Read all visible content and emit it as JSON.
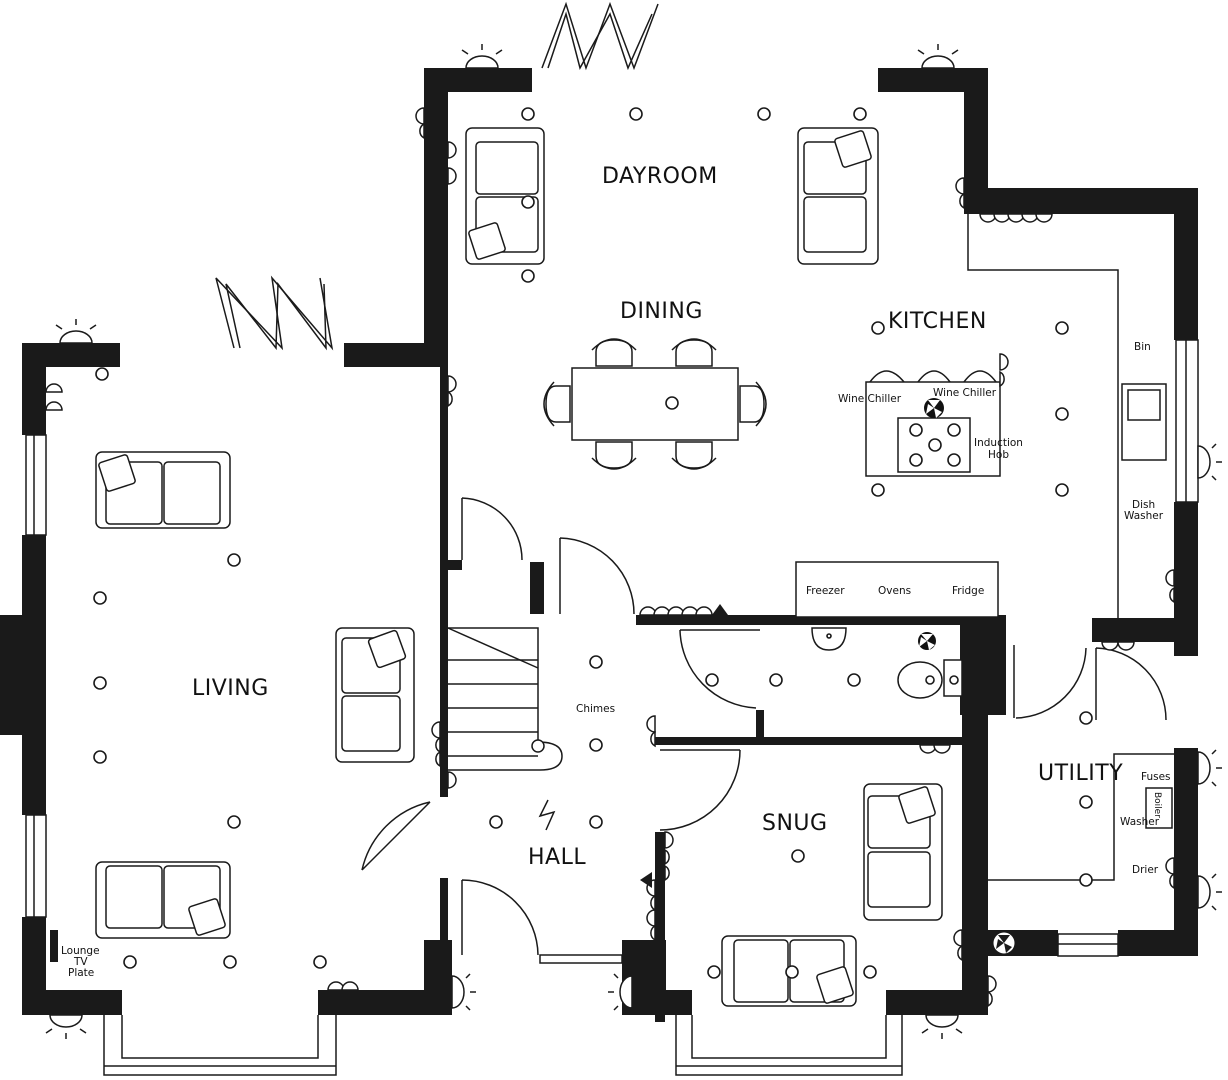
{
  "rooms": {
    "dayroom": "DAYROOM",
    "dining": "DINING",
    "kitchen": "KITCHEN",
    "living": "LIVING",
    "hall": "HALL",
    "snug": "SNUG",
    "utility": "UTILITY"
  },
  "fixtures": {
    "bin": "Bin",
    "wine_chiller_left": "Wine Chiller",
    "wine_chiller_right": "Wine Chiller",
    "induction_hob_1": "Induction",
    "induction_hob_2": "Hob",
    "dish_washer_1": "Dish",
    "dish_washer_2": "Washer",
    "freezer": "Freezer",
    "ovens": "Ovens",
    "fridge": "Fridge",
    "chimes": "Chimes",
    "fuses": "Fuses",
    "boiler": "Boiler",
    "washer": "Washer",
    "drier": "Drier",
    "lounge_tv_1": "Lounge",
    "lounge_tv_2": "TV",
    "lounge_tv_3": "Plate"
  },
  "colors": {
    "wall": "#1a1a1a",
    "background": "#ffffff"
  }
}
